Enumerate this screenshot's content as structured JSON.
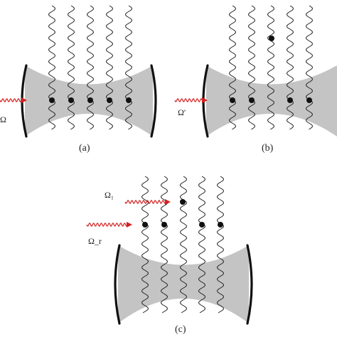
{
  "figure": {
    "panels": [
      {
        "id": "a",
        "caption": "(a)",
        "laser_label": "Ω"
      },
      {
        "id": "b",
        "caption": "(b)",
        "laser_label": "Ω'"
      },
      {
        "id": "c",
        "caption": "(c)",
        "laser_label_1": "Ω₁",
        "laser_label_2": "Ω_r"
      }
    ]
  },
  "colors": {
    "cavity_mode": "#c4c4c4",
    "mirror": "#111111",
    "wave": "#222222",
    "laser": "#d42020",
    "atom": "#111111"
  }
}
